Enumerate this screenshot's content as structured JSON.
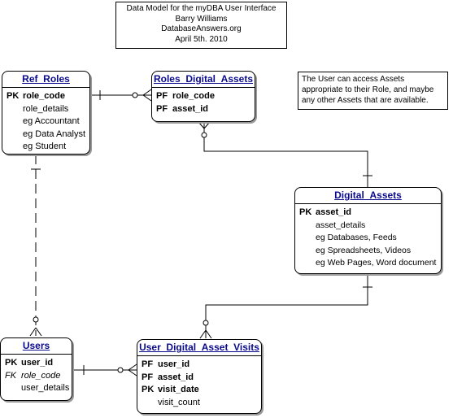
{
  "title_box": {
    "line1": "Data Model for the myDBA User Interface",
    "line2": "Barry Williams",
    "line3": "DatabaseAnswers.org",
    "line4": "April 5th. 2010"
  },
  "note": {
    "line1": "The User can access Assets",
    "line2": "appropriate to their Role, and maybe",
    "line3": "any other Assets that are available."
  },
  "entities": {
    "ref_roles": {
      "name": "Ref_Roles",
      "attrs": [
        {
          "key": "PK",
          "name": "role_code"
        },
        {
          "key": "",
          "name": "role_details"
        },
        {
          "key": "",
          "name": "eg Accountant"
        },
        {
          "key": "",
          "name": "eg Data Analyst"
        },
        {
          "key": "",
          "name": "eg Student"
        }
      ]
    },
    "roles_digital_assets": {
      "name": "Roles_Digital_Assets",
      "attrs": [
        {
          "key": "PF",
          "name": "role_code"
        },
        {
          "key": "PF",
          "name": "asset_id"
        }
      ]
    },
    "digital_assets": {
      "name": "Digital_Assets",
      "attrs": [
        {
          "key": "PK",
          "name": "asset_id"
        },
        {
          "key": "",
          "name": "asset_details"
        },
        {
          "key": "",
          "name": "eg Databases, Feeds"
        },
        {
          "key": "",
          "name": "eg Spreadsheets, Videos"
        },
        {
          "key": "",
          "name": "eg Web Pages, Word document"
        }
      ]
    },
    "users": {
      "name": "Users",
      "attrs": [
        {
          "key": "PK",
          "name": "user_id"
        },
        {
          "key": "FK",
          "name": "role_code"
        },
        {
          "key": "",
          "name": "user_details"
        }
      ]
    },
    "user_digital_asset_visits": {
      "name": "User_Digital_Asset_Visits",
      "attrs": [
        {
          "key": "PF",
          "name": "user_id"
        },
        {
          "key": "PF",
          "name": "asset_id"
        },
        {
          "key": "PK",
          "name": "visit_date"
        },
        {
          "key": "",
          "name": "visit_count"
        }
      ]
    }
  }
}
